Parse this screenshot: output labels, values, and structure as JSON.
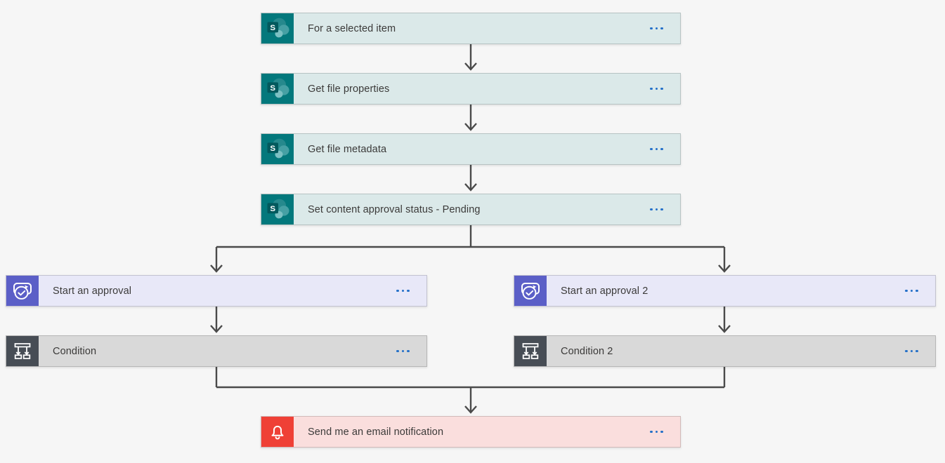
{
  "canvas": {
    "background_color": "#f6f6f6",
    "connector_color": "#4a4a4a"
  },
  "flow": {
    "nodes": [
      {
        "label": "For a selected item",
        "icon": "sharepoint-icon",
        "card_color": "#dbe9e9",
        "icon_bg": "#03787c"
      },
      {
        "label": "Get file properties",
        "icon": "sharepoint-icon",
        "card_color": "#dbe9e9",
        "icon_bg": "#03787c"
      },
      {
        "label": "Get file metadata",
        "icon": "sharepoint-icon",
        "card_color": "#dbe9e9",
        "icon_bg": "#03787c"
      },
      {
        "label": "Set content approval status - Pending",
        "icon": "sharepoint-icon",
        "card_color": "#dbe9e9",
        "icon_bg": "#03787c"
      },
      {
        "label": "Start an approval",
        "icon": "approvals-icon",
        "card_color": "#e8e8f8",
        "icon_bg": "#5b5fc7"
      },
      {
        "label": "Start an approval 2",
        "icon": "approvals-icon",
        "card_color": "#e8e8f8",
        "icon_bg": "#5b5fc7"
      },
      {
        "label": "Condition",
        "icon": "condition-icon",
        "card_color": "#d9d9d9",
        "icon_bg": "#474d55"
      },
      {
        "label": "Condition 2",
        "icon": "condition-icon",
        "card_color": "#d9d9d9",
        "icon_bg": "#474d55"
      },
      {
        "label": "Send me an email notification",
        "icon": "bell-icon",
        "card_color": "#fadedd",
        "icon_bg": "#ef4036"
      }
    ],
    "edges": [
      {
        "from": "For a selected item",
        "to": "Get file properties"
      },
      {
        "from": "Get file properties",
        "to": "Get file metadata"
      },
      {
        "from": "Get file metadata",
        "to": "Set content approval status - Pending"
      },
      {
        "from": "Set content approval status - Pending",
        "to": "Start an approval"
      },
      {
        "from": "Set content approval status - Pending",
        "to": "Start an approval 2"
      },
      {
        "from": "Start an approval",
        "to": "Condition"
      },
      {
        "from": "Start an approval 2",
        "to": "Condition 2"
      },
      {
        "from": "Condition",
        "to": "Send me an email notification"
      },
      {
        "from": "Condition 2",
        "to": "Send me an email notification"
      }
    ],
    "more_options": {
      "icon": "ellipsis-icon",
      "dot_color": "#2470c8"
    }
  }
}
